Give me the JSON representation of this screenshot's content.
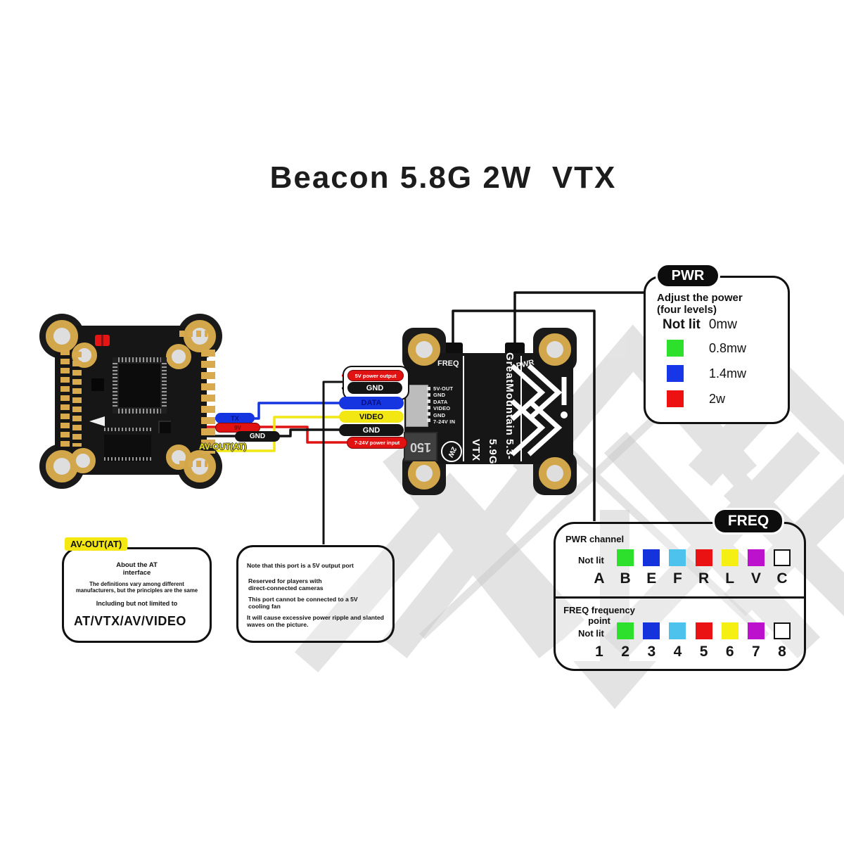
{
  "title": "Beacon 5.8G 2W  VTX",
  "palette": {
    "wire_blue": "#1535e0",
    "wire_red": "#e01212",
    "wire_black": "#141414",
    "wire_yellow": "#f2e713",
    "pcb_black": "#161616",
    "pad_gold": "#d2a64b",
    "led_red": "#e81313",
    "highlight_yellow": "#f5e712",
    "watermark_gray": "#c9c9c9"
  },
  "fc_board": {
    "wire_pads": {
      "tx": "TX",
      "pwr": "9V",
      "gnd": "GND",
      "av_out": "AV-OUT(AT)"
    }
  },
  "vtx_board": {
    "button_freq": "FREQ",
    "button_pwr": "PWR",
    "brand": "GreatMountain",
    "model": "5.3-5.9G VTX",
    "pins": [
      "5V-OUT",
      "GND",
      "DATA",
      "VIDEO",
      "GND",
      "7-24V IN"
    ],
    "component_marking": "150",
    "power_badge": "2W"
  },
  "wire_labels": {
    "v5_out": "5V power output",
    "gnd_top": "GND",
    "data": "DATA",
    "video": "VIDEO",
    "gnd_bottom": "GND",
    "power_in": "7-24V power input"
  },
  "pwr_box": {
    "tag": "PWR",
    "heading_line1": "Adjust the power",
    "heading_line2": "(four levels)",
    "not_lit_label": "Not lit",
    "not_lit_value": "0mw",
    "levels": [
      {
        "color": "#2ce02c",
        "label": "0.8mw"
      },
      {
        "color": "#1736e8",
        "label": "1.4mw"
      },
      {
        "color": "#ee1111",
        "label": "2w"
      }
    ]
  },
  "freq_box": {
    "tag": "FREQ",
    "row1": {
      "title": "PWR channel",
      "not_lit": "Not lit",
      "cells": [
        {
          "label": "A",
          "color": null
        },
        {
          "label": "B",
          "color": "#2ce02c"
        },
        {
          "label": "E",
          "color": "#1433dd"
        },
        {
          "label": "F",
          "color": "#4cc2ed"
        },
        {
          "label": "R",
          "color": "#ea1212"
        },
        {
          "label": "L",
          "color": "#f5ef12"
        },
        {
          "label": "V",
          "color": "#bd12cd"
        },
        {
          "label": "C",
          "color": "#ffffff"
        }
      ]
    },
    "row2": {
      "title_line1": "FREQ frequency",
      "title_line2": "point",
      "not_lit": "Not lit",
      "cells": [
        {
          "label": "1",
          "color": null
        },
        {
          "label": "2",
          "color": "#2ce02c"
        },
        {
          "label": "3",
          "color": "#1433dd"
        },
        {
          "label": "4",
          "color": "#4cc2ed"
        },
        {
          "label": "5",
          "color": "#ea1212"
        },
        {
          "label": "6",
          "color": "#f5ef12"
        },
        {
          "label": "7",
          "color": "#bd12cd"
        },
        {
          "label": "8",
          "color": "#ffffff"
        }
      ]
    }
  },
  "note_av": {
    "tag": "AV-OUT(AT)",
    "heading_line1": "About the AT",
    "heading_line2": "interface",
    "body_line1": "The definitions vary among different",
    "body_line2": "manufacturers, but the principles are the same",
    "body_line3": "Including but not limited to",
    "big_text": "AT/VTX/AV/VIDEO"
  },
  "note_5v": {
    "line1": "Note that this port is a 5V output port",
    "line2a": "Reserved for players with",
    "line2b": "direct-connected cameras",
    "line3a": "This port cannot be connected to a 5V",
    "line3b": "cooling fan",
    "line4a": "It will cause excessive power ripple and slanted",
    "line4b": "waves on the picture."
  }
}
